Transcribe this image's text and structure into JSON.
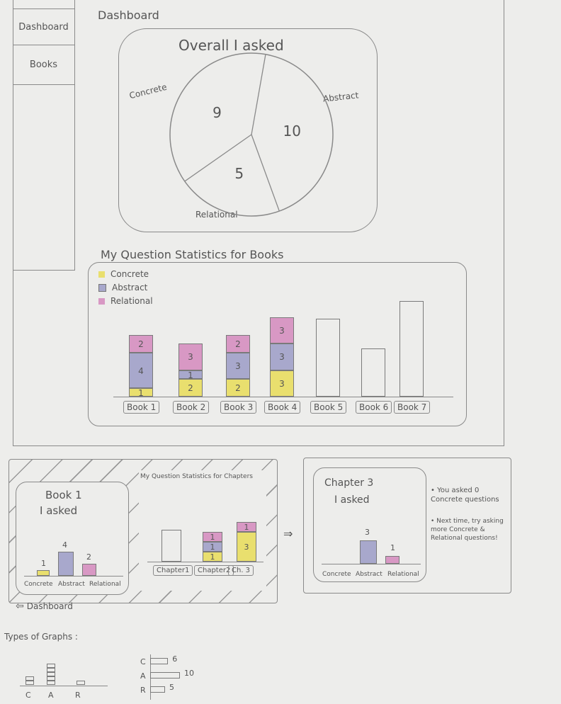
{
  "nav": {
    "dashboard_label": "Dashboard",
    "books_label": "Books",
    "page_title": "Dashboard"
  },
  "overall": {
    "title": "Overall I asked",
    "labels": {
      "concrete": "Concrete",
      "abstract": "Abstract",
      "relational": "Relational"
    }
  },
  "books_chart": {
    "title": "My Question Statistics for Books",
    "legend": [
      "Concrete",
      "Abstract",
      "Relational"
    ]
  },
  "book1_panel": {
    "title": "Book 1",
    "subtitle": "I asked",
    "categories": [
      "Concrete",
      "Abstract",
      "Relational"
    ]
  },
  "chapters_chart": {
    "title": "My Question Statistics for Chapters"
  },
  "chapter_panel": {
    "title": "Chapter 3",
    "subtitle": "I asked",
    "categories": [
      "Concrete",
      "Abstract",
      "Relational"
    ],
    "note1": "You asked 0 Concrete questions",
    "note2": "Next time, try asking more Concrete & Relational questions!"
  },
  "arrow_symbol": "⇒",
  "back_link": "Dashboard",
  "types": {
    "title": "Types of Graphs :",
    "vertical_labels": [
      "C",
      "A",
      "R"
    ],
    "horizontal_labels": [
      "C",
      "A",
      "R"
    ],
    "horizontal_values": [
      "6",
      "10",
      "5"
    ]
  },
  "colors": {
    "concrete": "#e9df6e",
    "abstract": "#a8a8cc",
    "relational": "#d898c4",
    "outline": "#8a8a8a"
  },
  "chart_data": [
    {
      "type": "pie",
      "title": "Overall I asked",
      "categories": [
        "Concrete",
        "Abstract",
        "Relational"
      ],
      "values": [
        9,
        10,
        5
      ]
    },
    {
      "type": "bar",
      "title": "My Question Statistics for Books",
      "categories": [
        "Book 1",
        "Book 2",
        "Book 3",
        "Book 4",
        "Book 5",
        "Book 6",
        "Book 7"
      ],
      "series": [
        {
          "name": "Concrete",
          "values": [
            1,
            2,
            2,
            3,
            null,
            null,
            null
          ]
        },
        {
          "name": "Abstract",
          "values": [
            4,
            1,
            3,
            3,
            null,
            null,
            null
          ]
        },
        {
          "name": "Relational",
          "values": [
            2,
            3,
            2,
            3,
            null,
            null,
            null
          ]
        }
      ]
    },
    {
      "type": "bar",
      "title": "Book 1 I asked",
      "categories": [
        "Concrete",
        "Abstract",
        "Relational"
      ],
      "values": [
        1,
        4,
        2
      ]
    },
    {
      "type": "bar",
      "title": "My Question Statistics for Chapters",
      "categories": [
        "Chapter1",
        "Chapter2",
        "Ch. 3"
      ],
      "series": [
        {
          "name": "Concrete",
          "values": [
            null,
            1,
            3
          ]
        },
        {
          "name": "Abstract",
          "values": [
            null,
            1,
            null
          ]
        },
        {
          "name": "Relational",
          "values": [
            null,
            1,
            1
          ]
        }
      ]
    },
    {
      "type": "bar",
      "title": "Chapter 3 I asked",
      "categories": [
        "Concrete",
        "Abstract",
        "Relational"
      ],
      "values": [
        0,
        3,
        1
      ]
    },
    {
      "type": "bar",
      "title": "Types of Graphs",
      "categories": [
        "C",
        "A",
        "R"
      ],
      "values": [
        6,
        10,
        5
      ]
    }
  ]
}
